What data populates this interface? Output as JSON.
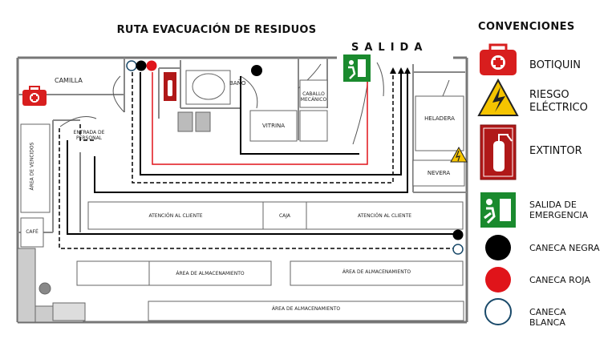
{
  "title": "RUTA EVACUACIÓN DE RESIDUOS",
  "exit_label": "SALIDA",
  "legend": {
    "title": "CONVENCIONES",
    "items": [
      {
        "label": "BOTIQUIN",
        "icon": "first-aid-icon"
      },
      {
        "label": "RIESGO ELÉCTRICO",
        "icon": "electrical-hazard-icon"
      },
      {
        "label": "EXTINTOR",
        "icon": "fire-extinguisher-icon"
      },
      {
        "label": "SALIDA DE EMERGENCIA",
        "icon": "emergency-exit-icon"
      },
      {
        "label": "CANECA NEGRA",
        "icon": "black-bin-icon"
      },
      {
        "label": "CANECA ROJA",
        "icon": "red-bin-icon"
      },
      {
        "label": "CANECA BLANCA",
        "icon": "white-bin-icon"
      }
    ]
  },
  "rooms": {
    "camilla": "CAMILLA",
    "bano": "BAÑO",
    "caballo": "CABALLO MECÁNICO",
    "vitrina": "VITRINA",
    "heladera": "HELADERA",
    "nevera": "NEVERA",
    "entrada": "ENTRADA DE PERSONAL",
    "vencidos": "ÁREA DE VENCIDOS",
    "cafe": "CAFÉ",
    "atencion1": "ATENCIÓN AL CLIENTE",
    "caja": "CAJA",
    "atencion2": "ATENCIÓN AL CLIENTE",
    "alm1": "ÁREA DE ALMACENAMIENTO",
    "alm2": "ÁREA DE ALMACENAMIENTO",
    "alm3": "ÁREA DE ALMACENAMIENTO"
  },
  "colors": {
    "red_route": "#e0141a",
    "exit_green": "#1a8a2e",
    "first_aid_red": "#d81e1e",
    "hazard_yellow": "#f5c400"
  }
}
